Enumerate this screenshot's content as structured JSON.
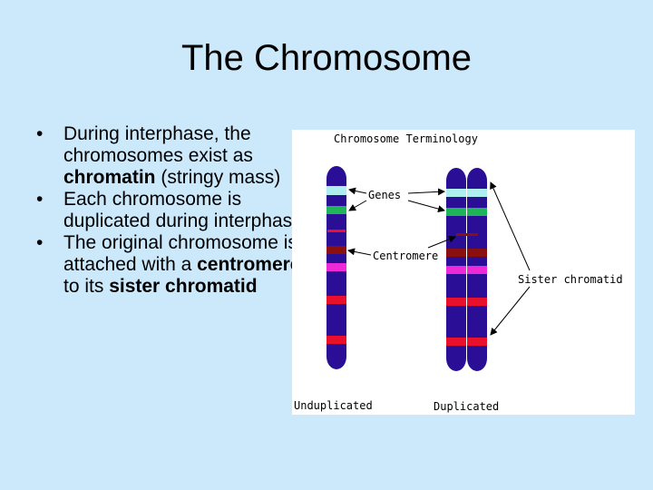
{
  "slide": {
    "title": "The Chromosome"
  },
  "bullets": [
    {
      "parts": [
        {
          "text": "During interphase, the chromosomes exist as ",
          "bold": false
        },
        {
          "text": "chromatin",
          "bold": true
        },
        {
          "text": " (stringy mass)",
          "bold": false
        }
      ]
    },
    {
      "parts": [
        {
          "text": "Each chromosome is duplicated during interphase",
          "bold": false
        }
      ]
    },
    {
      "parts": [
        {
          "text": "The original chromosome is attached with a ",
          "bold": false
        },
        {
          "text": "centromere",
          "bold": true
        },
        {
          "text": " to its ",
          "bold": false
        },
        {
          "text": "sister chromatid",
          "bold": true
        }
      ]
    }
  ],
  "figure": {
    "title": "Chromosome Terminology",
    "labels": {
      "genes": "Genes",
      "centromere": "Centromere",
      "sister_chromatid": "Sister chromatid",
      "unduplicated": "Unduplicated",
      "duplicated": "Duplicated"
    },
    "colors": {
      "chromatid": "#2a0f96",
      "gene_light": "#aeeeee",
      "gene_green": "#1fb35a",
      "band_red": "#e8102a",
      "band_magenta": "#ee2ad8",
      "centromere": "#8a1010",
      "arrow": "#000000"
    }
  }
}
